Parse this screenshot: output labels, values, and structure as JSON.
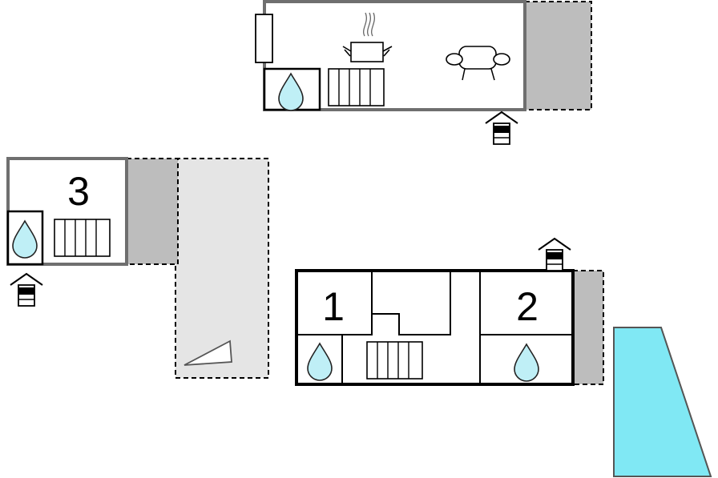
{
  "colors": {
    "wall_main": "#000000",
    "wall_secondary": "#6f6f6f",
    "terrace_fill": "#bdbdbd",
    "garden_fill": "#e5e5e5",
    "water_fill": "#bfeff6",
    "pool_fill": "#80e8f4",
    "background": "#ffffff"
  },
  "rooms": [
    {
      "label": "1"
    },
    {
      "label": "2"
    },
    {
      "label": "3"
    }
  ],
  "icons": [
    "shower-drop-icon",
    "radiator-icon",
    "cooking-pot-icon",
    "sofa-icon",
    "entrance-door-icon",
    "pool-icon",
    "terrace-icon",
    "garden-icon"
  ]
}
